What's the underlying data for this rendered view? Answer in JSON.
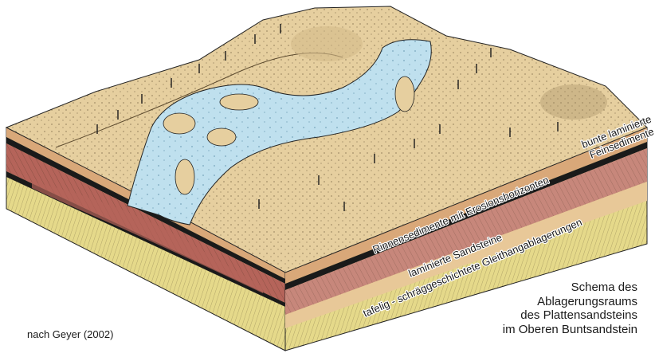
{
  "title_lines": [
    "Schema des",
    "Ablagerungsraums",
    "des Plattensandsteins",
    "im Oberen Buntsandstein"
  ],
  "credit": "nach Geyer (2002)",
  "labels": {
    "fine_sediments_line1": "bunte laminierte",
    "fine_sediments_line2": "Feinsedimente",
    "channel_sediments": "Rinnensedimente mit Erosionshorizonten",
    "laminated_sandstones": "laminierte Sandsteine",
    "cross_bedded": "tafelig - schräggeschichtete Gleithangablagerungen"
  },
  "colors": {
    "plain": "#e6cf9f",
    "river": "#bfe0ee",
    "red_layer": "#b5645a",
    "yellow_layer": "#e5d98a",
    "dark_band": "#1a1a1a",
    "tan_layer": "#d9a879"
  }
}
